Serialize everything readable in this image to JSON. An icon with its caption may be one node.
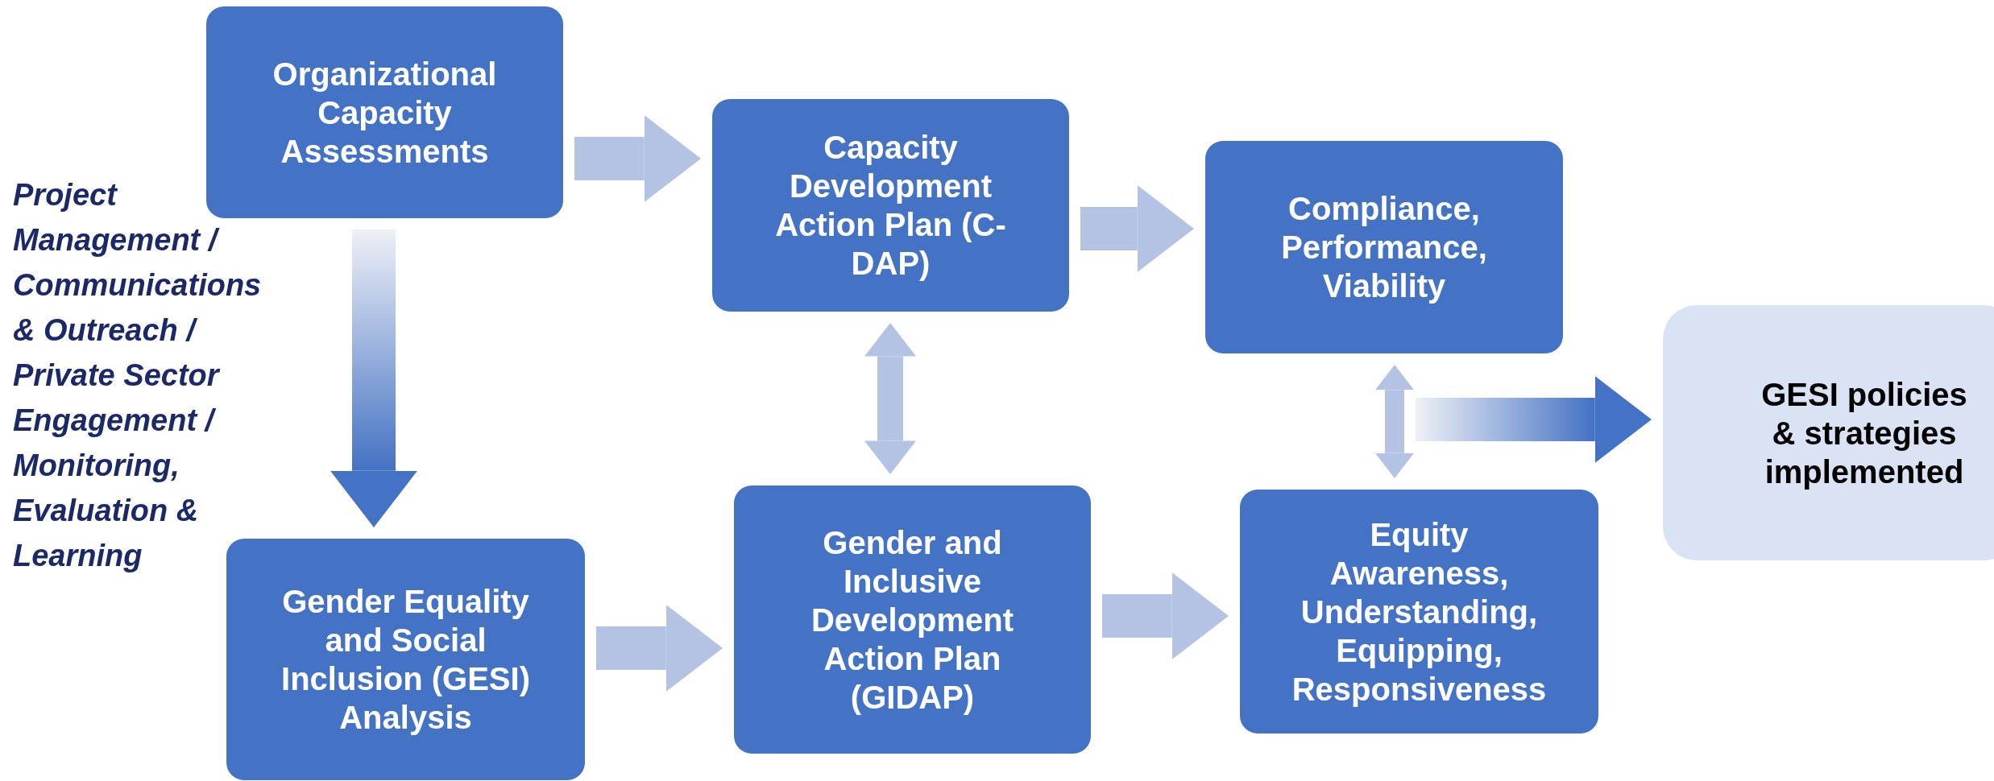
{
  "diagram": {
    "nodes": [
      {
        "text": [
          "Organizational Capacity Assessments"
        ]
      },
      {
        "text": [
          "Capacity Development Action Plan (C-DAP)"
        ]
      },
      {
        "text": [
          "Compliance, Performance, Viability"
        ]
      },
      {
        "text": [
          "GESI policies & strategies implemented"
        ]
      },
      {
        "text": [
          "Gender Equality and Social Inclusion (GESI) Analysis"
        ]
      },
      {
        "text": [
          "Gender and Inclusive Development Action Plan (GIDAP)"
        ]
      },
      {
        "text": [
          "Equity Awareness, Understanding, Equipping, Responsiveness"
        ]
      }
    ],
    "edges": [
      {
        "from": 0,
        "to": 1,
        "arrow": "to"
      },
      {
        "from": 1,
        "to": 2,
        "arrow": "to"
      },
      {
        "from": 0,
        "to": 4,
        "arrow": "to",
        "color": "#4472c4"
      },
      {
        "from": 1,
        "to": 5,
        "arrow": "both"
      },
      {
        "from": 2,
        "to": 6,
        "arrow": "both"
      },
      {
        "from": null,
        "to": 3,
        "arrow": "to",
        "color": "#4472c4"
      },
      {
        "from": 4,
        "to": 5,
        "arrow": "to"
      },
      {
        "from": 5,
        "to": 6,
        "arrow": "to"
      }
    ],
    "labels": [
      "Project Management / Communications & Outreach / Private Sector Engagement / Monitoring, Evaluation & Learning"
    ]
  }
}
